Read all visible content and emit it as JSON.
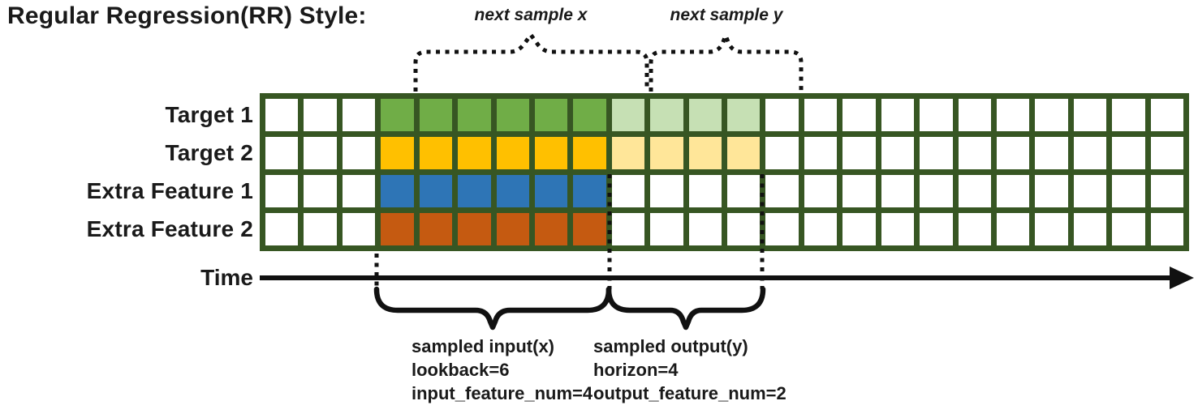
{
  "title": "Regular Regression(RR) Style:",
  "top_annotations": {
    "next_sample_x": "next sample x",
    "next_sample_y": "next sample y"
  },
  "time_axis": {
    "label": "Time"
  },
  "grid": {
    "num_columns": 24,
    "border_color": "#375623",
    "cell_background": "#ffffff",
    "input_columns_start": 3,
    "input_columns_count": 6,
    "output_columns_start": 9,
    "output_columns_count": 4,
    "rows": [
      {
        "label": "Target 1",
        "solid_color": "#70AD47",
        "light_color": "#C6E0B4",
        "solid_start": 3,
        "solid_count": 6,
        "light_start": 9,
        "light_count": 4
      },
      {
        "label": "Target 2",
        "solid_color": "#FFC000",
        "light_color": "#FFE699",
        "solid_start": 3,
        "solid_count": 6,
        "light_start": 9,
        "light_count": 4
      },
      {
        "label": "Extra Feature 1",
        "solid_color": "#2E75B6",
        "light_color": null,
        "solid_start": 3,
        "solid_count": 6,
        "light_start": null,
        "light_count": 0
      },
      {
        "label": "Extra Feature 2",
        "solid_color": "#C55A11",
        "light_color": null,
        "solid_start": 3,
        "solid_count": 6,
        "light_start": null,
        "light_count": 0
      }
    ]
  },
  "bottom_annotations": {
    "input": {
      "title": "sampled input(x)",
      "line2": "lookback=6",
      "line3": "input_feature_num=4"
    },
    "output": {
      "title": "sampled output(y)",
      "line2": "horizon=4",
      "line3": "output_feature_num=2"
    }
  }
}
